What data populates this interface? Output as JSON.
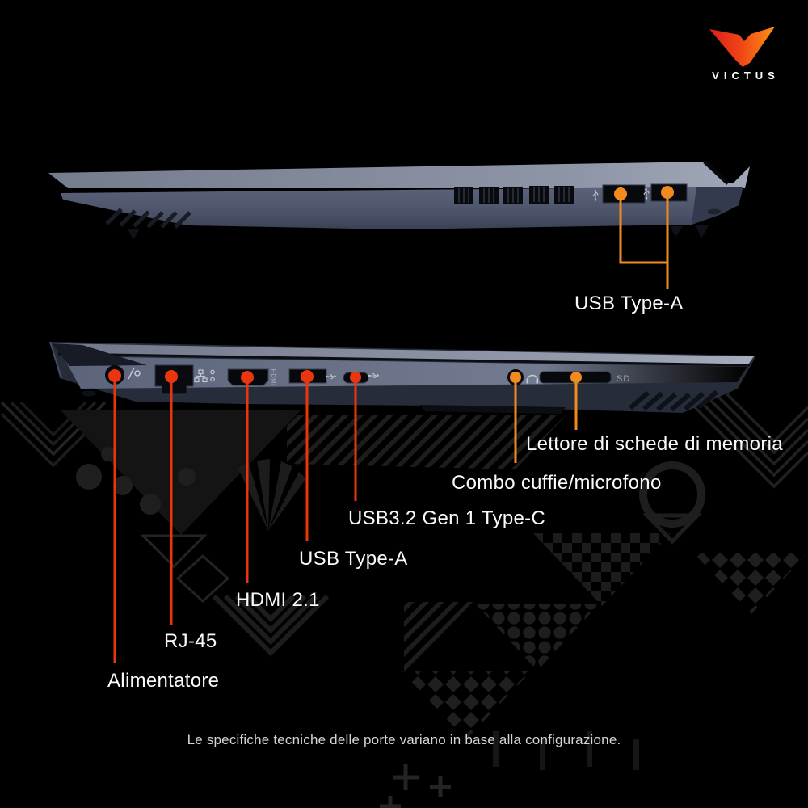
{
  "brand": {
    "wordmark": "VICTUS"
  },
  "top_view": {
    "description": "laptop right side",
    "callout": {
      "label": "USB Type-A",
      "port_count": 2
    }
  },
  "bottom_view": {
    "description": "laptop left side",
    "callouts": [
      {
        "label": "Lettore di schede di memoria"
      },
      {
        "label": "Combo cuffie/microfono"
      },
      {
        "label": "USB3.2 Gen 1 Type-C"
      },
      {
        "label": "USB Type-A"
      },
      {
        "label": "HDMI 2.1"
      },
      {
        "label": "RJ-45"
      },
      {
        "label": "Alimentatore"
      }
    ],
    "port_markings": {
      "hdmi": "HDMI",
      "sd": "SD"
    }
  },
  "footer": {
    "disclaimer": "Le specifiche tecniche delle porte variano in base alla configurazione."
  },
  "colors": {
    "background": "#000000",
    "callout_red": "#e9360f",
    "callout_orange": "#f18b1f",
    "label_text": "#fafafa",
    "logo_red": "#d8201c",
    "logo_orange": "#ff9015"
  }
}
